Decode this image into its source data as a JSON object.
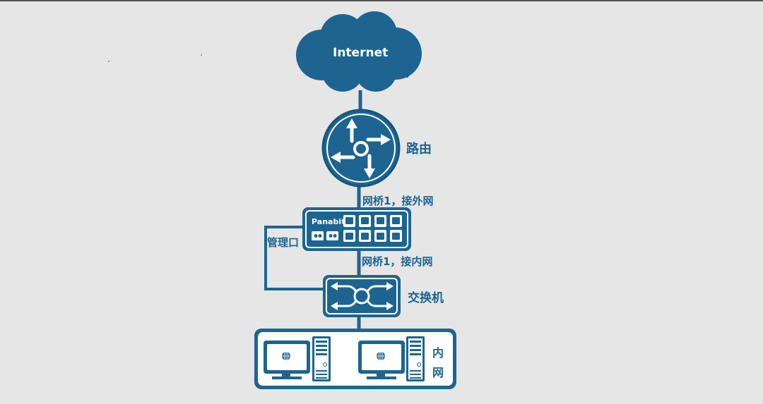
{
  "colors": {
    "primary": "#1d6590",
    "dark": "#15557c",
    "background": "#e6e6e6",
    "white": "#ffffff"
  },
  "nodes": {
    "internet": {
      "label": "Internet",
      "icon": "cloud-icon"
    },
    "router": {
      "label": "路由",
      "icon": "router-icon"
    },
    "panabit": {
      "label": "Panabit",
      "icon": "panabit-device-icon"
    },
    "switch": {
      "label": "交换机",
      "icon": "switch-icon"
    },
    "lan": {
      "label_line1": "内",
      "label_line2": "网",
      "icon": "computer-icon"
    }
  },
  "links": {
    "bridge_out": "网桥1，接外网",
    "bridge_in": "网桥1，接内网",
    "mgmt": "管理口"
  }
}
